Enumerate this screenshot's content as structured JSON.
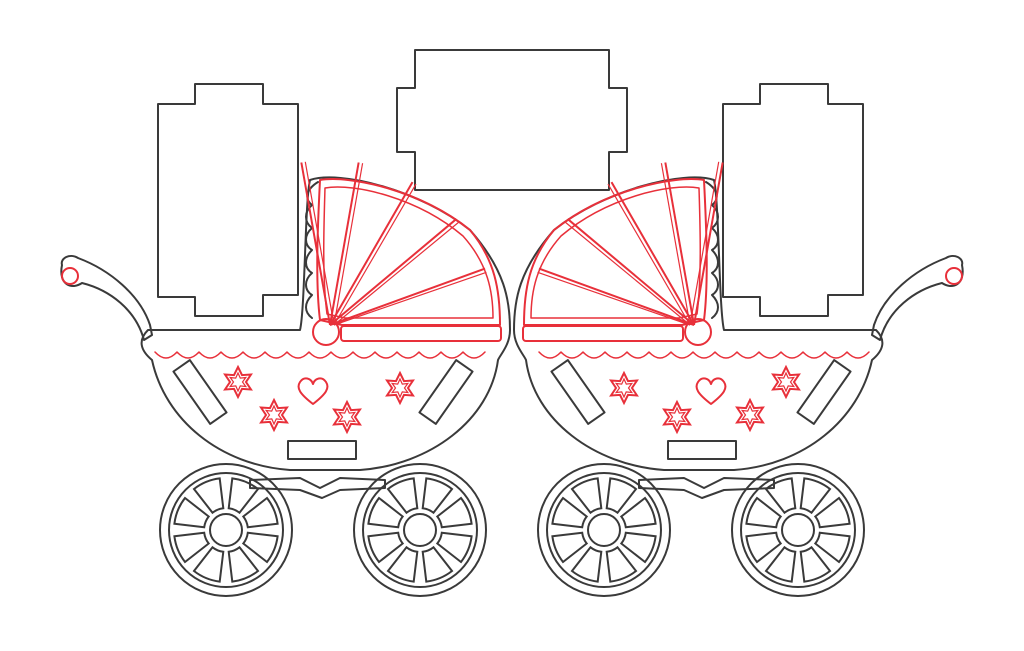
{
  "title": "",
  "colors": {
    "cut_line": "#3a3a3a",
    "score_line": "#e8303a",
    "background": "#ffffff"
  },
  "pieces": [
    {
      "name": "tag-left",
      "kind": "bracket-tag"
    },
    {
      "name": "tag-center",
      "kind": "bracket-tag"
    },
    {
      "name": "tag-right",
      "kind": "bracket-tag"
    },
    {
      "name": "stroller-left",
      "kind": "baby-carriage"
    },
    {
      "name": "stroller-right",
      "kind": "baby-carriage"
    }
  ],
  "stroller": {
    "hood_ribs": 5,
    "wheel_spokes": 8,
    "wheels_per_stroller": 2,
    "decorations": [
      "star-icon",
      "heart-icon"
    ]
  }
}
